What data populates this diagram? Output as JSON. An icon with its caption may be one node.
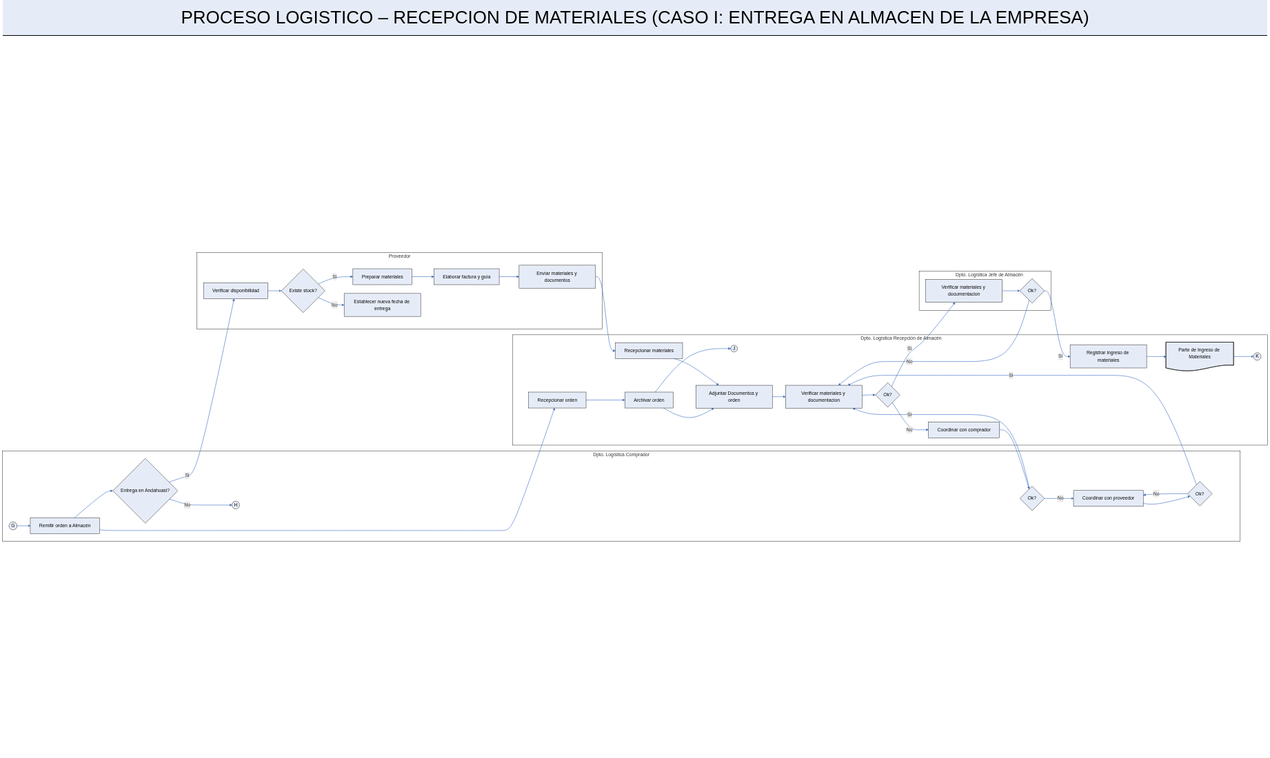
{
  "diagram": {
    "title": "PROCESO LOGISTICO – RECEPCION DE MATERIALES (CASO I: ENTREGA EN ALMACEN DE LA EMPRESA)",
    "nodes": [
      {
        "text": [
          "Dpto. Logística Comprador"
        ]
      },
      {
        "text": [
          "G"
        ],
        "in": 0
      },
      {
        "text": [
          "Remitir orden a Almacén"
        ],
        "in": 0
      },
      {
        "text": [
          "Entrega en Andahuasi?"
        ],
        "in": 0
      },
      {
        "text": [
          "H"
        ],
        "in": 0
      },
      {
        "text": [
          "Ok?"
        ],
        "in": 0
      },
      {
        "text": [
          "Coordinar con proveedor"
        ],
        "in": 0
      },
      {
        "text": [
          "Ok?"
        ],
        "in": 0
      },
      {
        "text": [
          "Dpto. Logística Recepción de Almacén"
        ]
      },
      {
        "text": [
          "Recepcionar orden"
        ],
        "in": 8
      },
      {
        "text": [
          "Archivar orden"
        ],
        "in": 8
      },
      {
        "text": [
          "J"
        ],
        "in": 8
      },
      {
        "text": [
          "Recepcionar materiales"
        ],
        "in": 8
      },
      {
        "text": [
          "Adjuntar Documentos y orden"
        ],
        "in": 8
      },
      {
        "text": [
          "Verificar materiales y documentacion"
        ],
        "in": 8
      },
      {
        "text": [
          "Registrar ingreso de materiales"
        ],
        "in": 8
      },
      {
        "text": [
          "Parte de Ingreso de Materiales"
        ],
        "in": 8
      },
      {
        "text": [
          "K"
        ],
        "in": 8
      },
      {
        "text": [
          "Coordinar con comprador"
        ],
        "in": 8
      },
      {
        "text": [
          "Ok?"
        ],
        "in": 8
      },
      {
        "text": [
          "Dpto. Logística Jefe de Almacén"
        ]
      },
      {
        "text": [
          "Verificar materiales y documentacion"
        ],
        "in": 20
      },
      {
        "text": [
          "Ok?"
        ],
        "in": 20
      },
      {
        "text": [
          "Proveedor"
        ]
      },
      {
        "text": [
          "Preparar materiales"
        ],
        "in": 23
      },
      {
        "text": [
          "Elaborar factura y guía"
        ],
        "in": 23
      },
      {
        "text": [
          "Envíar materiales y documentos"
        ],
        "in": 23
      },
      {
        "text": [
          "Verificar disponibilidad"
        ],
        "in": 23
      },
      {
        "text": [
          "Existe stock?"
        ],
        "in": 23
      },
      {
        "text": [
          "Establecer nueva fecha de entrega"
        ],
        "in": 23
      }
    ],
    "edges": [
      {
        "from": 1,
        "to": 2,
        "arrow": "to"
      },
      {
        "from": 2,
        "to": 3,
        "arrow": "to"
      },
      {
        "from": 3,
        "to": 4,
        "arrow": "to",
        "label": "No"
      },
      {
        "from": 3,
        "to": 27,
        "arrow": "to",
        "label": "Si"
      },
      {
        "from": 2,
        "to": 9,
        "arrow": "to"
      },
      {
        "from": 9,
        "to": 10,
        "arrow": "to"
      },
      {
        "from": 10,
        "to": 11,
        "arrow": "to"
      },
      {
        "from": 10,
        "to": 13,
        "arrow": "to"
      },
      {
        "from": 12,
        "to": 13,
        "arrow": "to"
      },
      {
        "from": 13,
        "to": 14,
        "arrow": "to"
      },
      {
        "from": 14,
        "to": 19,
        "arrow": "to"
      },
      {
        "from": 19,
        "to": 18,
        "arrow": "to",
        "label": "No"
      },
      {
        "from": 18,
        "to": 7,
        "arrow": "to"
      },
      {
        "from": 7,
        "to": 6,
        "arrow": "to",
        "label": "No"
      },
      {
        "from": 7,
        "to": 14,
        "arrow": "to",
        "label": "Si"
      },
      {
        "from": 6,
        "to": 5,
        "arrow": "to"
      },
      {
        "from": 5,
        "to": 14,
        "arrow": "to",
        "label": "Si"
      },
      {
        "from": 5,
        "to": 6,
        "arrow": "to",
        "label": "No"
      },
      {
        "from": 19,
        "to": 21,
        "arrow": "to",
        "label": "Si"
      },
      {
        "from": 21,
        "to": 22,
        "arrow": "to"
      },
      {
        "from": 22,
        "to": 15,
        "arrow": "to",
        "label": "Si"
      },
      {
        "from": 22,
        "to": 14,
        "arrow": "to",
        "label": "No"
      },
      {
        "from": 15,
        "to": 16,
        "arrow": "to"
      },
      {
        "from": 16,
        "to": 17,
        "arrow": "to"
      },
      {
        "from": 27,
        "to": 28,
        "arrow": "to"
      },
      {
        "from": 28,
        "to": 24,
        "arrow": "to",
        "label": "Si"
      },
      {
        "from": 28,
        "to": 29,
        "arrow": "to",
        "label": "No"
      },
      {
        "from": 24,
        "to": 25,
        "arrow": "to"
      },
      {
        "from": 25,
        "to": 26,
        "arrow": "to"
      },
      {
        "from": 26,
        "to": 12,
        "arrow": "to"
      }
    ]
  }
}
